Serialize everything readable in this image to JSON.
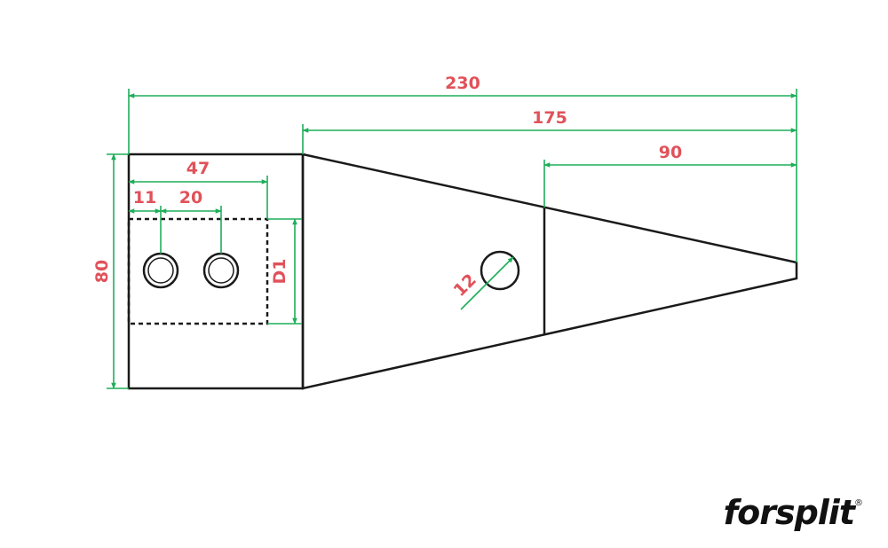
{
  "colors": {
    "outline": "#1a1a1a",
    "dimension_line": "#1fae5a",
    "dimension_text": "#e0525a"
  },
  "dimensions": {
    "overall_length": "230",
    "tapered_length": "175",
    "tip_length": "90",
    "socket_depth": "47",
    "first_hole_offset": "11",
    "hole_spacing": "20",
    "height": "80",
    "socket_bore": "D1",
    "pin_hole_diameter": "12"
  },
  "brand": {
    "name": "forsplit",
    "mark": "®"
  }
}
